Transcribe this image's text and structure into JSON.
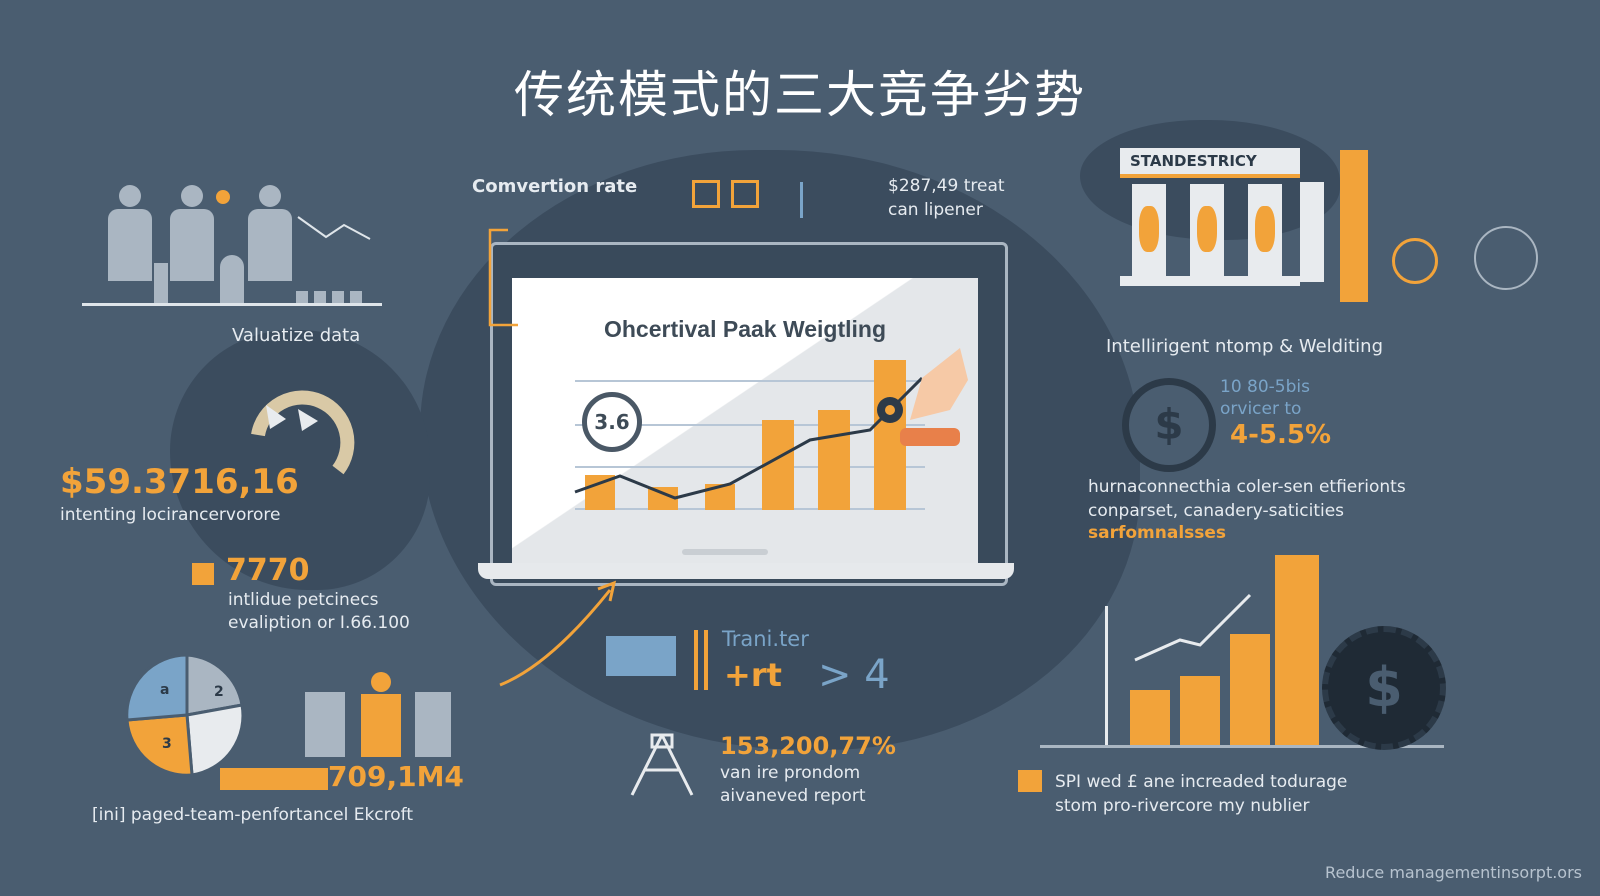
{
  "title": "传统模式的三大竞争劣势",
  "left": {
    "valuatize_label": "Valuatize data",
    "money_value": "$59.3716,16",
    "money_caption": "intenting locirancervorore",
    "num_7770": "7770",
    "num_7770_caption_1": "intlidue petcinecs",
    "num_7770_caption_2": "evaliption or I.66.100",
    "pie_labels": [
      "a",
      "2",
      "3"
    ],
    "bar_value": "709,1M4",
    "bottom_caption": "[ini] paged-team-penfortancel Ekcroft"
  },
  "center": {
    "conversion_label": "Comvertion rate",
    "top_value_1": "$287,49 treat",
    "top_value_2": "can lipener",
    "screen_title": "Ohcertival Paak Weigtling",
    "badge_value": "3.6",
    "transfer_label": "Trani.ter",
    "transfer_value_1": "+rt",
    "transfer_value_2": "> 4",
    "bottom_value": "153,200,77%",
    "bottom_caption_1": "van ire prondom",
    "bottom_caption_2": "aivaneved report"
  },
  "right": {
    "building_label": "STANDESTRICY",
    "intelligent_label": "Intellirigent ntomp & Welditing",
    "rate_line_1": "10 80-5bis",
    "rate_line_2": "orvicer to",
    "rate_value": "4-5.5%",
    "paragraph_1": "hurnaconnecthia coler-sen etfierionts",
    "paragraph_2": "conparset, canadery-saticities",
    "paragraph_3": "sarfomnalsses",
    "bottom_1": "SPI wed £ ane increaded todurage",
    "bottom_2": "stom pro-rivercore my nublier"
  },
  "footer": "Reduce managementinsorpt.ors",
  "colors": {
    "background": "#4a5d70",
    "accent": "#f2a33a",
    "text": "#e6ebf0"
  }
}
